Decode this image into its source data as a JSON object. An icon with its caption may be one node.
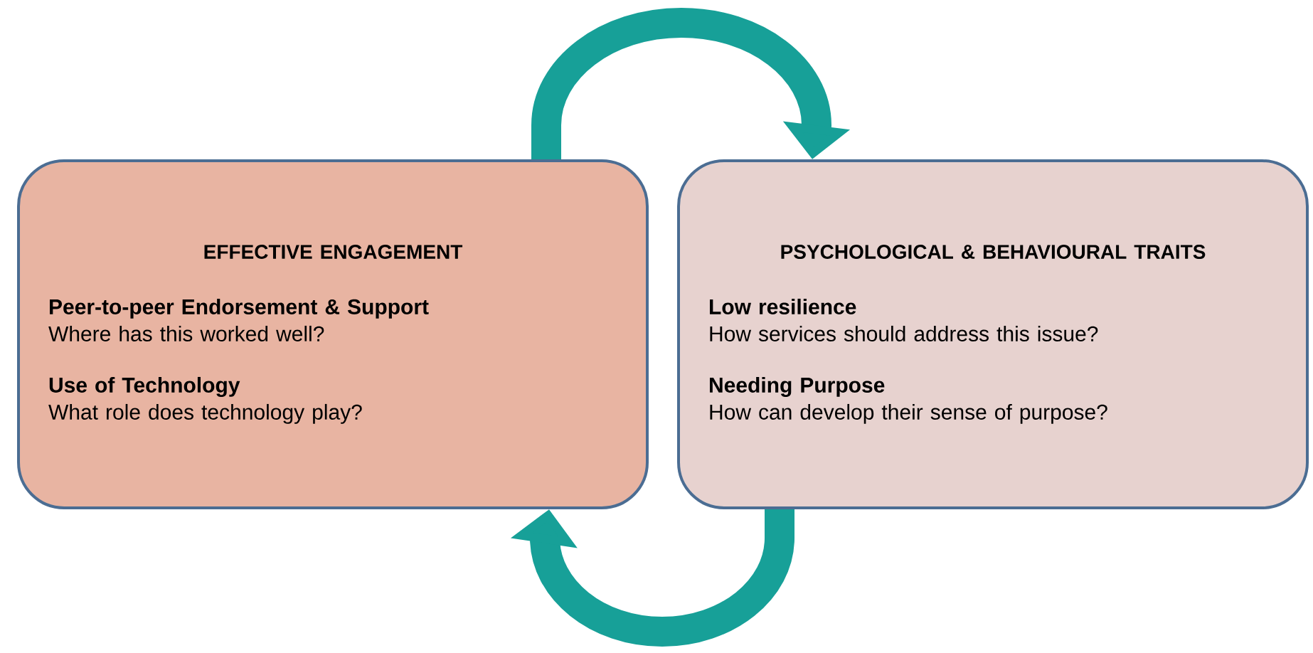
{
  "diagram": {
    "nodes": [
      {
        "text": [
          "EFFECTIVE ENGAGEMENT",
          "Peer-to-peer Endorsement & Support",
          "Where has this worked well?",
          "Use of Technology",
          "What role does technology play?"
        ]
      },
      {
        "text": [
          "PSYCHOLOGICAL & BEHAVIOURAL TRAITS",
          "Low resilience",
          "How services should address this issue?",
          "Needing Purpose",
          "How can develop their sense of purpose?"
        ]
      }
    ],
    "edges": [
      {
        "from": 0,
        "to": 1,
        "arrow": "to",
        "color": "#17a098"
      },
      {
        "from": 1,
        "to": 0,
        "arrow": "to",
        "color": "#17a098"
      }
    ]
  }
}
